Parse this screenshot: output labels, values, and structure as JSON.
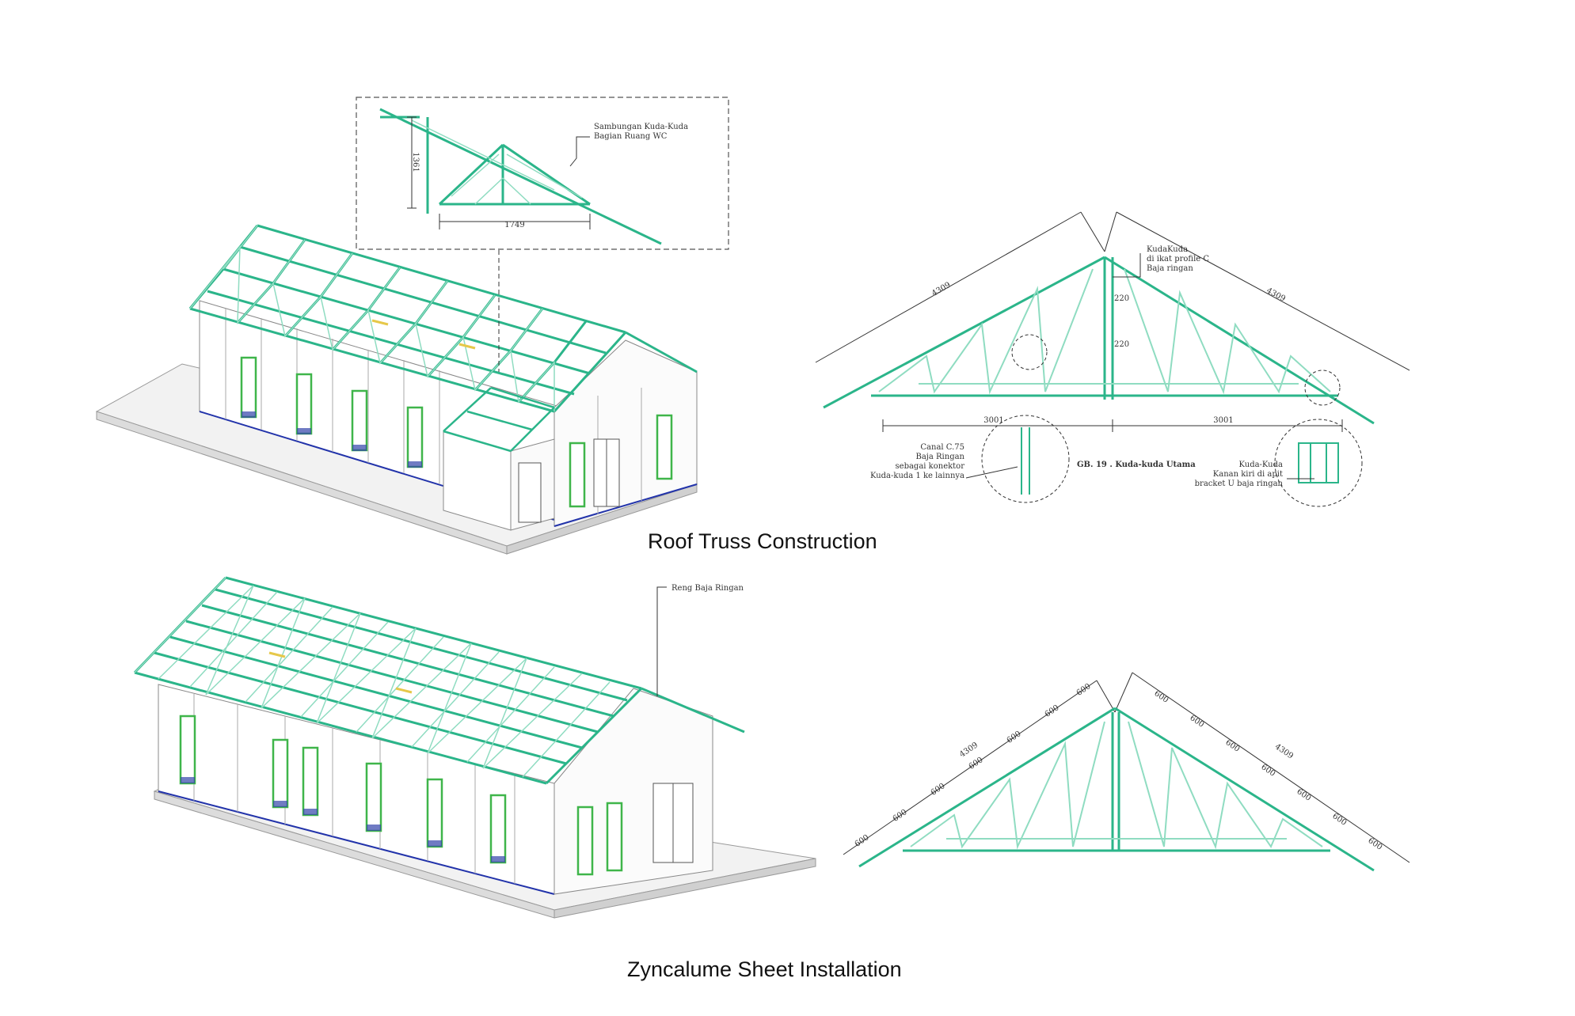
{
  "captions": {
    "roof_truss": "Roof Truss Construction",
    "zyncalume": "Zyncalume Sheet Installation"
  },
  "detail_box": {
    "label_line1": "Sambungan Kuda-Kuda",
    "label_line2": "Bagian Ruang WC",
    "height_dim": "1361",
    "width_dim": "1749"
  },
  "main_truss": {
    "left_slope": "4309",
    "right_slope": "4309",
    "post_dim_1": "220",
    "post_dim_2": "220",
    "left_span": "3001",
    "right_span": "3001",
    "post_note": [
      "KudaKuda",
      "di ikat profile C",
      "Baja ringan"
    ],
    "left_note": [
      "Canal C.75",
      "Baja Ringan",
      "sebagai konektor",
      "Kuda-kuda 1 ke lainnya"
    ],
    "right_note": [
      "Kuda-Kuda",
      "Kanan kiri di apit",
      "bracket U baja ringan"
    ],
    "figure_title": "GB. 19 . Kuda-kuda Utama"
  },
  "reng_label": "Reng Baja Ringan",
  "batten_truss": {
    "left_slope": "4309",
    "right_slope": "4309",
    "spacing": "600"
  },
  "colors": {
    "truss": "#2bb58a",
    "truss_light": "#8fdcc1",
    "door_frame": "#3fb54a",
    "vent": "#3344aa",
    "base_blue": "#2233aa",
    "yellow": "#e6c84a"
  }
}
